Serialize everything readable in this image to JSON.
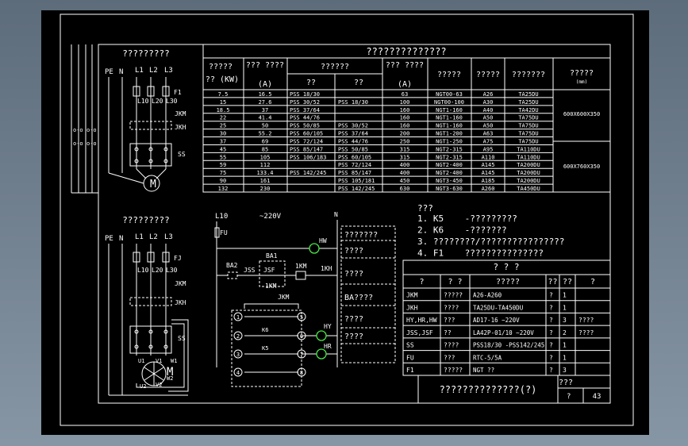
{
  "top_table": {
    "title": "??????????????",
    "headers": {
      "power": "?????",
      "power_unit": "?? (KW)",
      "current": "???\n????",
      "current_unit": "(A)",
      "group": "??????",
      "sub1": "??",
      "sub2": "??",
      "breaker_current": "???\n????",
      "breaker_unit": "(A)",
      "breaker_model": "?????",
      "contactor": "?????",
      "relay": "???????",
      "cabinet": "?????",
      "cabinet_unit": "(mm)"
    },
    "rows": [
      [
        "7.5",
        "16.5",
        "PSS 18/30",
        "",
        "63",
        "NGT00-63",
        "A26",
        "TA25DU"
      ],
      [
        "15",
        "27.6",
        "PSS 30/52",
        "PSS 18/30",
        "100",
        "NGT00-100",
        "A30",
        "TA25DU"
      ],
      [
        "18.5",
        "37",
        "PSS 37/64",
        "",
        "160",
        "NGT1-160",
        "A40",
        "TA42DU"
      ],
      [
        "22",
        "41.4",
        "PSS 44/76",
        "",
        "160",
        "NGT1-160",
        "A50",
        "TA75DU"
      ],
      [
        "25",
        "50",
        "PSS 50/85",
        "PSS 30/52",
        "160",
        "NGT1-160",
        "A50",
        "TA75DU"
      ],
      [
        "30",
        "55.2",
        "PSS 60/105",
        "PSS 37/64",
        "200",
        "NGT1-200",
        "A63",
        "TA75DU"
      ],
      [
        "37",
        "69",
        "PSS 72/124",
        "PSS 44/76",
        "250",
        "NGT1-250",
        "A75",
        "TA75DU"
      ],
      [
        "45",
        "85",
        "PSS 85/147",
        "PSS 50/85",
        "315",
        "NGT2-315",
        "A95",
        "TA110DU"
      ],
      [
        "55",
        "105",
        "PSS 106/183",
        "PSS 60/105",
        "315",
        "NGT2-315",
        "A110",
        "TA110DU"
      ],
      [
        "59",
        "112",
        "",
        "PSS 72/124",
        "400",
        "NGT2-400",
        "A145",
        "TA200DU"
      ],
      [
        "75",
        "133.4",
        "PSS 142/245",
        "PSS 85/147",
        "400",
        "NGT2-400",
        "A145",
        "TA200DU"
      ],
      [
        "90",
        "161",
        "",
        "PSS 105/181",
        "450",
        "NGT3-450",
        "A185",
        "TA200DU"
      ],
      [
        "132",
        "230",
        "",
        "PSS 142/245",
        "630",
        "NGT3-630",
        "A260",
        "TA450DU"
      ]
    ],
    "cabinet_a": "600X600X350",
    "cabinet_b": "600X760X350"
  },
  "main_circuit_1": {
    "title": "?????????",
    "labels": {
      "pe": "PE",
      "n": "N",
      "l1": "L1",
      "l2": "L2",
      "l3": "L3",
      "f1": "F1",
      "l10": "L10",
      "l20": "L20",
      "l30": "L30",
      "jkm": "JKM",
      "jkh": "JKH",
      "ss": "SS",
      "motor": "M"
    }
  },
  "main_circuit_2": {
    "title": "?????????",
    "labels": {
      "pe": "PE",
      "n": "N",
      "l1": "L1",
      "l2": "L2",
      "l3": "L3",
      "fj": "FJ",
      "l10": "L10",
      "l20": "L20",
      "l30": "L30",
      "jkm": "JKM",
      "jkh": "JKH",
      "ss": "SS",
      "u1": "U1",
      "v1": "V1",
      "w1": "W1",
      "u2": "U2",
      "v2": "V2",
      "w2": "W2",
      "motor": "M"
    }
  },
  "control": {
    "l10": "L10",
    "voltage": "~220V",
    "n": "N",
    "fu": "FU",
    "hw": "HW",
    "hy": "HY",
    "hr": "HR",
    "ba2": "BA2",
    "ba1": "BA1",
    "jss": "JSS",
    "jsf": "JSF",
    "km": "1KM",
    "km2": "1KM",
    "kh": "1KH",
    "jkm": "JKM",
    "k6": "K6",
    "k5": "K5",
    "terminals": [
      "1",
      "2",
      "3",
      "4",
      "5",
      "6",
      "7",
      "8"
    ],
    "notes": [
      "???????",
      "????",
      "????",
      "BA????",
      "????",
      "????"
    ]
  },
  "notes": {
    "title": "???",
    "lines": [
      "1. K5    -?????????",
      "2. K6    -???????",
      "3. ????????/????????????????",
      "4. F1    ???????????????"
    ]
  },
  "parts_table": {
    "title": "? ? ?",
    "headers": [
      "?",
      "? ?",
      "?????",
      "??",
      "??",
      "?"
    ],
    "rows": [
      [
        "JKM",
        "?????",
        "A26-A260",
        "?",
        "1",
        ""
      ],
      [
        "JKH",
        "????",
        "TA25DU-TA450DU",
        "?",
        "1",
        ""
      ],
      [
        "HY,HR,HW",
        "???",
        "AD17-16 ~220V",
        "?",
        "3",
        "????"
      ],
      [
        "JSS,JSF",
        "??",
        "LA42P-01/10 ~220V",
        "?",
        "2",
        "????"
      ],
      [
        "SS",
        "????",
        "PSS18/30 -PSS142/245",
        "?",
        "1",
        ""
      ],
      [
        "FU",
        "???",
        "RTC-5/5A",
        "?",
        "1",
        ""
      ],
      [
        "F1",
        "?????",
        "NGT ??",
        "?",
        "3",
        ""
      ]
    ]
  },
  "title_block": {
    "title": "??????????????(?)",
    "label": "???",
    "q": "?",
    "sheet": "43"
  }
}
